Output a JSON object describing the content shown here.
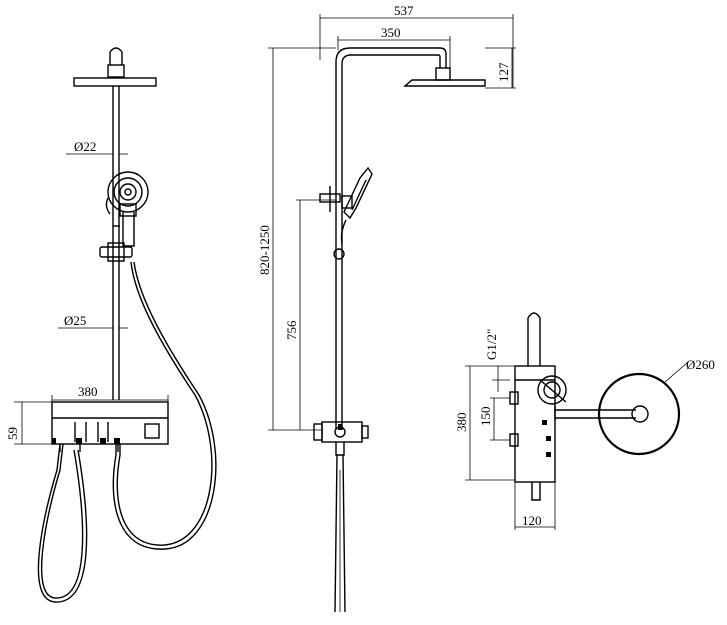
{
  "front_view": {
    "pipe_diameter_upper": "Ø22",
    "pipe_diameter_lower": "Ø25",
    "shelf_width": "380",
    "shelf_height": "59"
  },
  "side_view": {
    "overall_width": "537",
    "arm_length": "350",
    "head_drop": "127",
    "height_range": "820-1250",
    "holder_height": "756"
  },
  "top_view": {
    "connection_thread": "G1/2\"",
    "body_height": "380",
    "inlet_spacing": "150",
    "depth": "120",
    "head_diameter": "Ø260"
  }
}
